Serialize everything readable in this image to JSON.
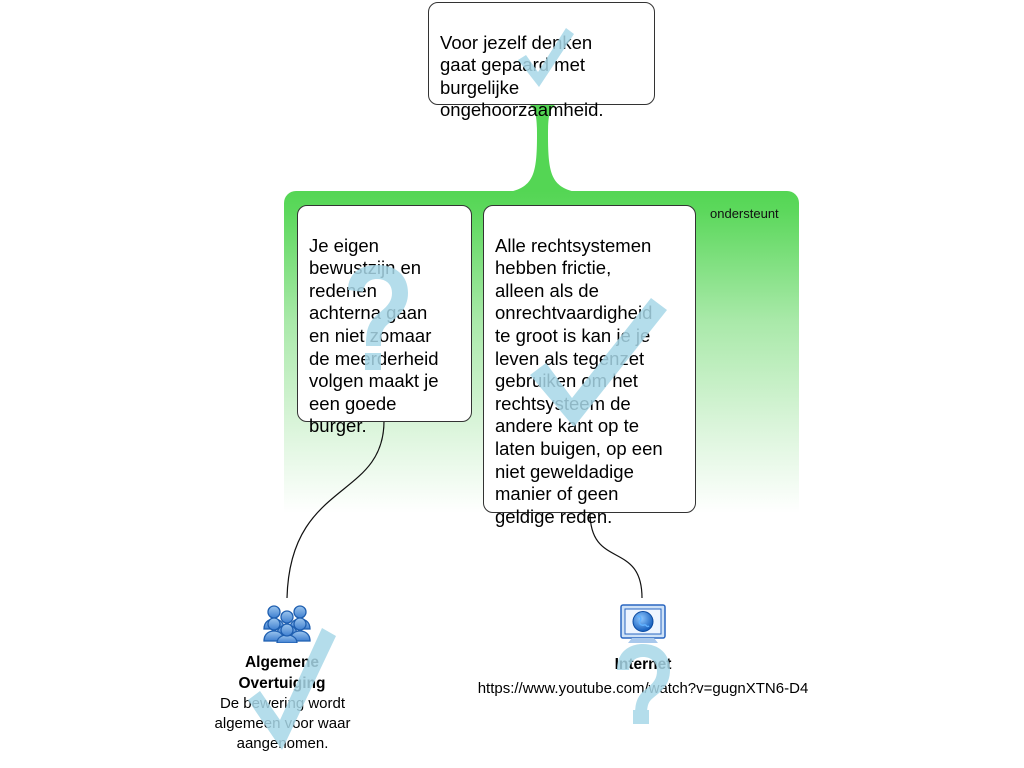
{
  "colors": {
    "support_green": "#54d654",
    "mark_blue": "#a8d8e8",
    "border": "#333333"
  },
  "claim": {
    "text": "Voor jezelf denken\ngaat gepaard met\nburgelijke\nongehoorzaamheid.",
    "evaluation_icon": "check-mark"
  },
  "support_group": {
    "label": "ondersteunt"
  },
  "reasons": [
    {
      "text": "Je eigen\nbewustzijn en\nredenen\nachterna gaan\nen niet zomaar\nde meerderheid\nvolgen maakt je\neen goede\nburger.",
      "evaluation_icon": "question-mark"
    },
    {
      "text": "Alle rechtsystemen\nhebben frictie,\nalleen als de\nonrechtvaardigheid\nte groot is kan je je\nleven als tegenzet\ngebruiken om het\nrechtsysteem de\nandere kant op te\nlaten buigen, op een\nniet geweldadige\nmanier of geen\ngeldige reden.",
      "evaluation_icon": "check-mark"
    }
  ],
  "evidence": [
    {
      "icon": "people-group-icon",
      "title": "Algemene\nOvertuiging",
      "description": "De bewering wordt\nalgemeen voor waar\naangenomen.",
      "evaluation_icon": "check-mark"
    },
    {
      "icon": "globe-monitor-icon",
      "title": "Internet",
      "description": "https://www.youtube.com/watch?v=gugnXTN6-D4",
      "evaluation_icon": "question-mark"
    }
  ]
}
